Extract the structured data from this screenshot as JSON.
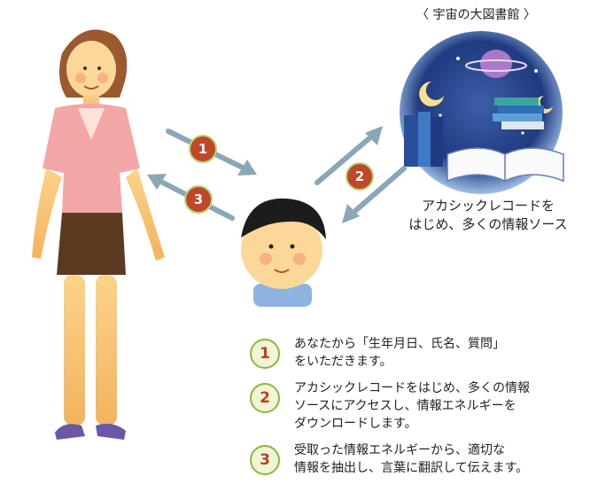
{
  "library": {
    "title": "〈 宇宙の大図書館 〉",
    "caption": "アカシックレコードを\nはじめ、多くの情報ソース"
  },
  "badges": [
    "1",
    "2",
    "3"
  ],
  "steps": [
    {
      "num": "1",
      "text": "あなたから「生年月日、氏名、質問」\nをいただきます。"
    },
    {
      "num": "2",
      "text": "アカシックレコードをはじめ、多くの情報\nソースにアクセスし、情報エネルギーを\nダウンロードします。"
    },
    {
      "num": "3",
      "text": "受取った情報エネルギーから、適切な\n情報を抽出し、言葉に翻訳して伝えます。"
    }
  ],
  "colors": {
    "arrow": "#8aa7b6",
    "badge": "#c0472a",
    "badge_ring": "#b5d77a",
    "step_ring": "#8ab83b",
    "step_number": "#c13e1f"
  }
}
